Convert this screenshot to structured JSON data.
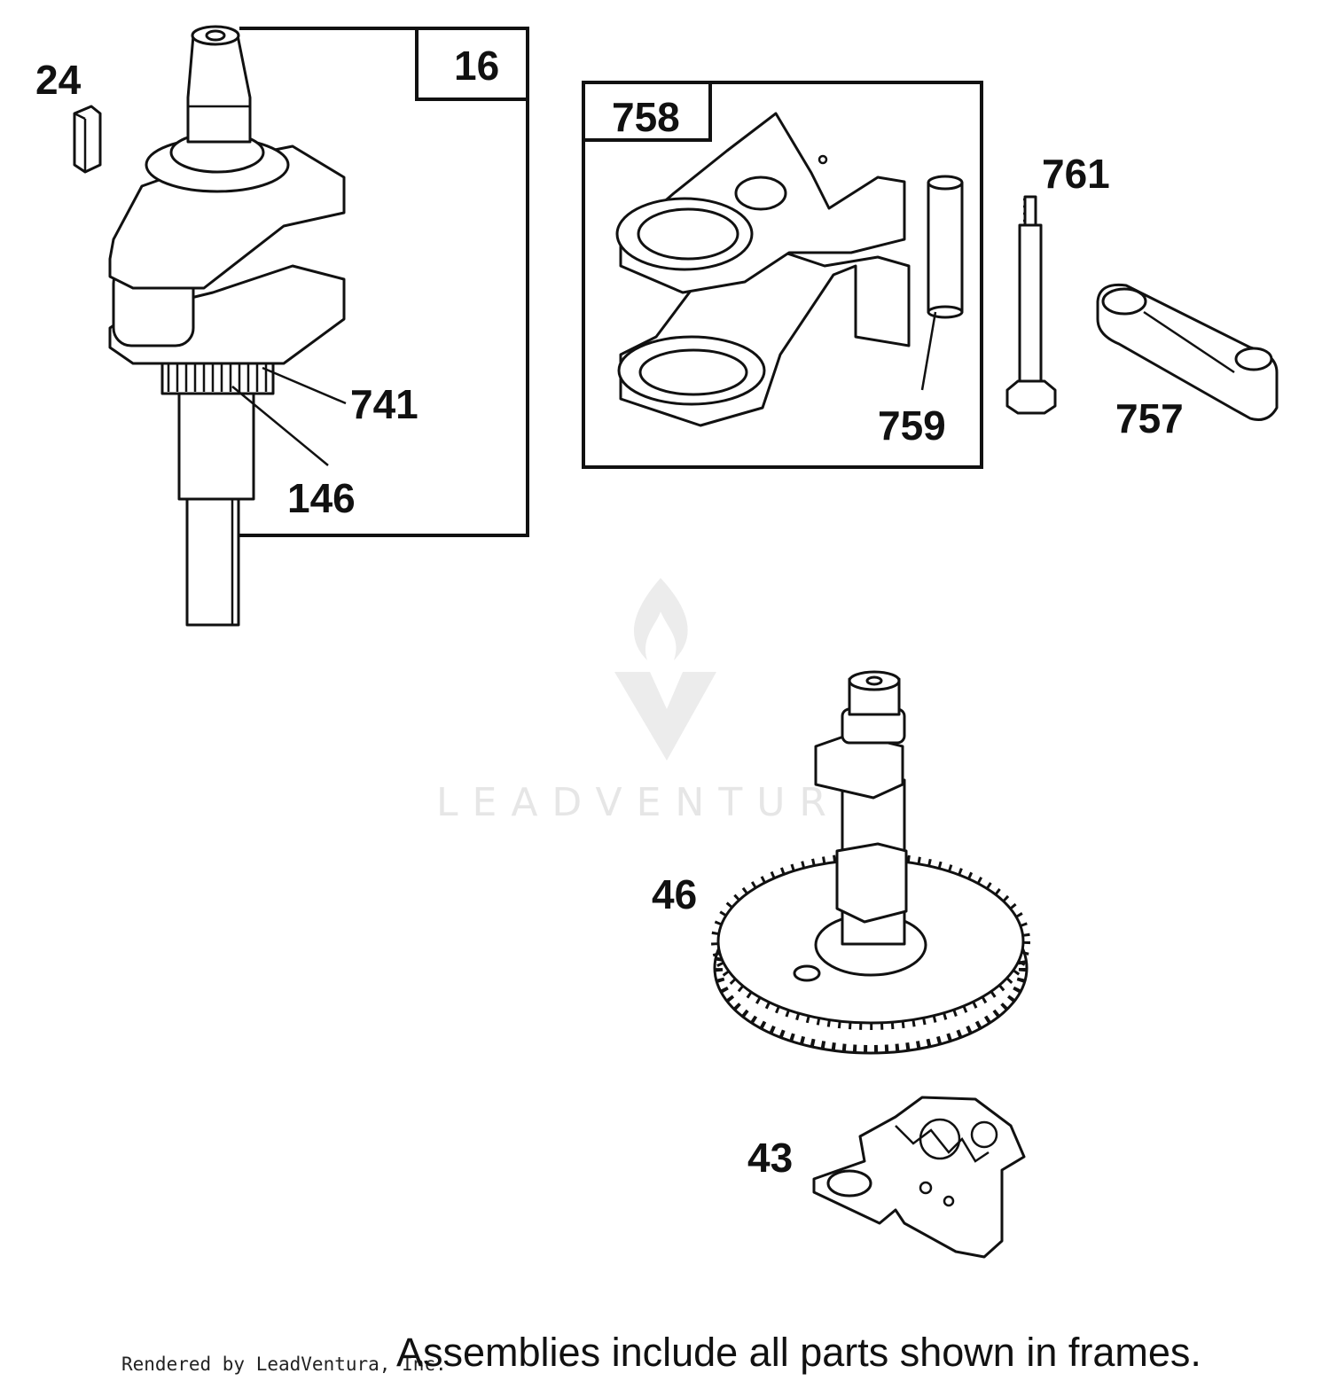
{
  "labels": {
    "p24": "24",
    "p16": "16",
    "p741": "741",
    "p146": "146",
    "p758": "758",
    "p759": "759",
    "p761": "761",
    "p757": "757",
    "p46": "46",
    "p43": "43"
  },
  "watermark": {
    "text": "LEADVENTURE"
  },
  "footer": {
    "credit": "Rendered by LeadVentura, Inc.",
    "note": "Assemblies include all parts shown in frames."
  }
}
